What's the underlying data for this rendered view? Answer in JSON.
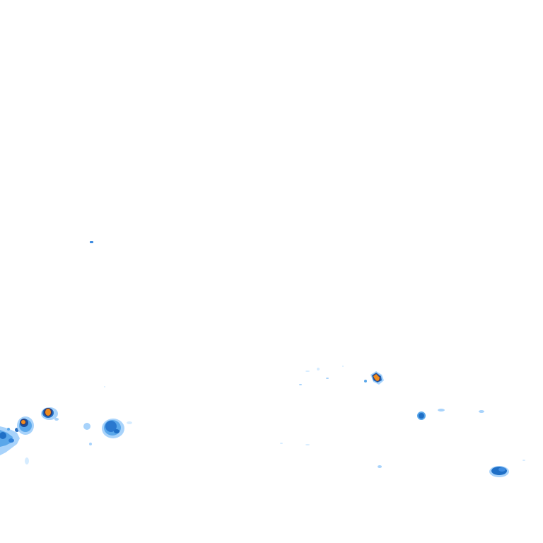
{
  "radar": {
    "palette": {
      "background": "#ffffff",
      "very_light_rain": "#d6ecff",
      "light_rain": "#a8d3fb",
      "moderate_rain": "#5aa7ea",
      "heavy_rain": "#1f6fc6",
      "very_heavy_rain": "#1a4f9c",
      "outline_core": "#3a3a6a",
      "intense_core": "#f08c1e"
    },
    "echoes": [
      {
        "id": "cell-west-cluster",
        "level": "moderate"
      },
      {
        "id": "cell-west-core",
        "level": "intense"
      },
      {
        "id": "cell-west-core-2",
        "level": "intense"
      },
      {
        "id": "cell-west-mid",
        "level": "heavy"
      },
      {
        "id": "cell-east-core",
        "level": "intense"
      },
      {
        "id": "cell-east-small",
        "level": "heavy"
      },
      {
        "id": "cell-southeast",
        "level": "heavy"
      }
    ]
  }
}
